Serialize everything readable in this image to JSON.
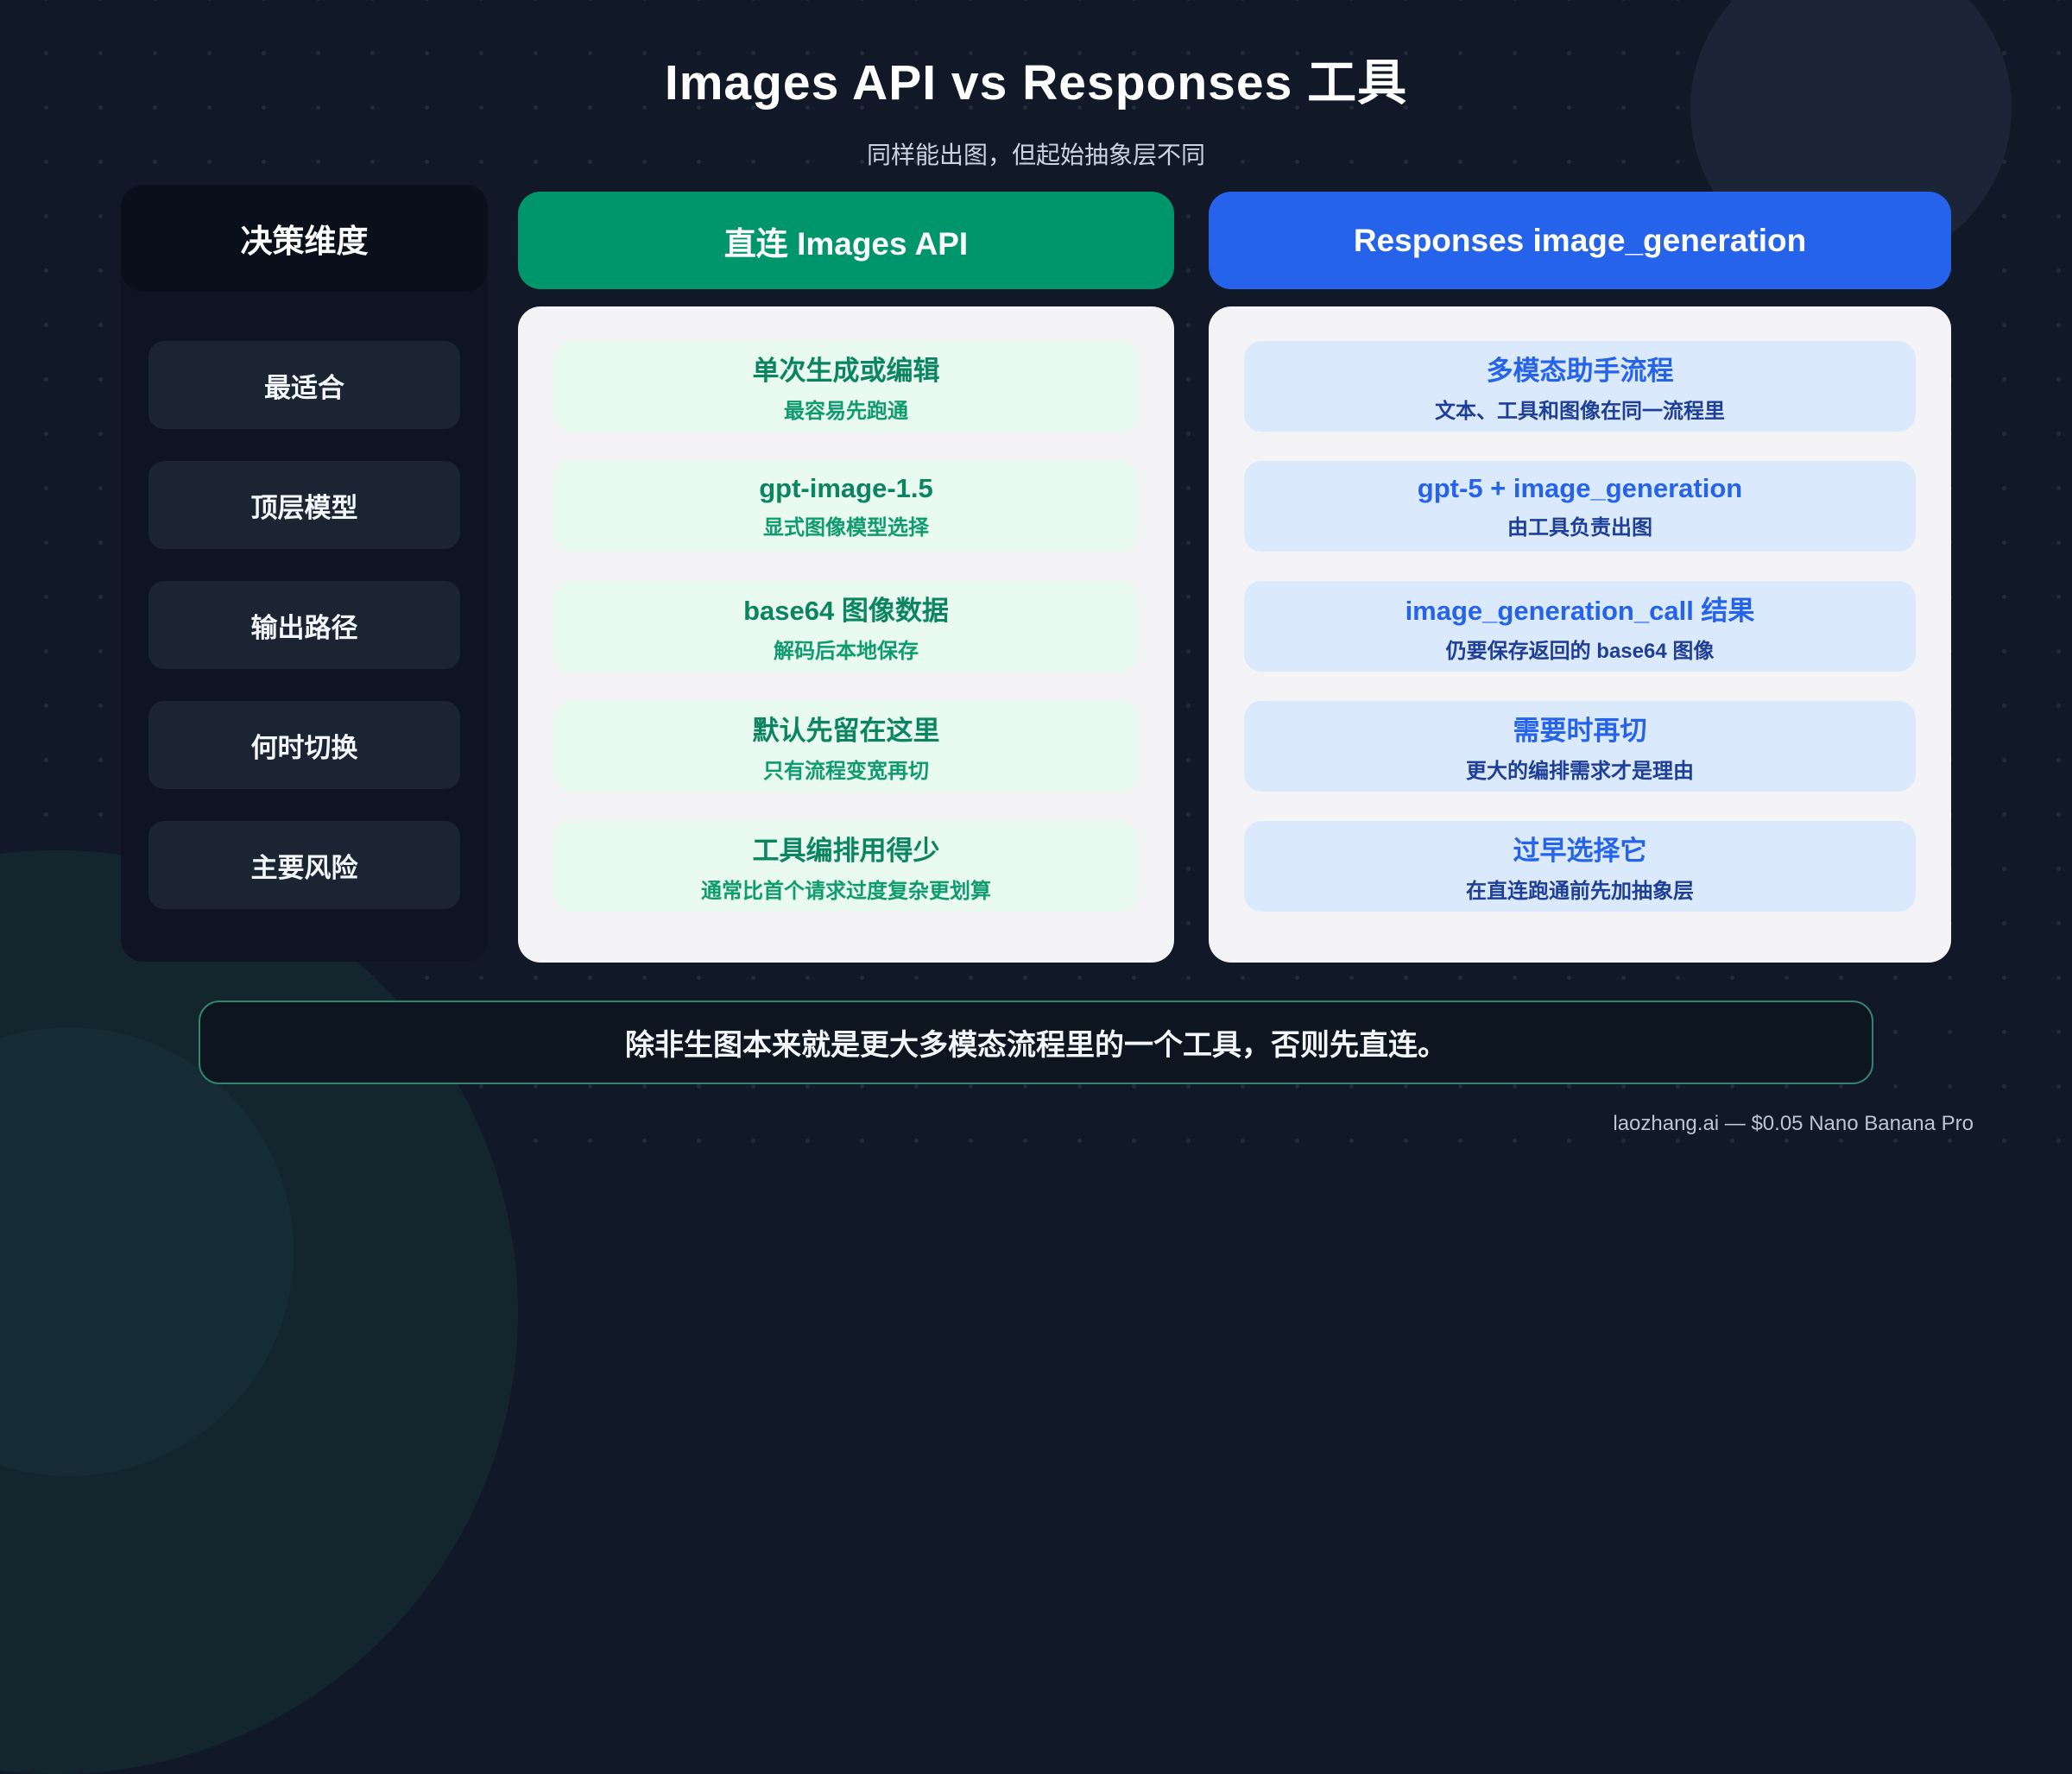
{
  "page": {
    "title": "Images API vs Responses 工具",
    "subtitle": "同样能出图，但起始抽象层不同",
    "banner": "除非生图本来就是更大多模态流程里的一个工具，否则先直连。",
    "footer": "laozhang.ai — $0.05 Nano Banana Pro"
  },
  "colors": {
    "background": "#111827",
    "panel_dark": "#0e1424",
    "row_dark": "#1a2433",
    "accent_green": "#00966b",
    "accent_blue": "#2563eb",
    "body_light": "#f4f4f6",
    "cell_green": "#e9faf1",
    "cell_blue": "#dbe9fd",
    "banner_border": "#35836f"
  },
  "dimensions": {
    "header": "决策维度",
    "rows": [
      "最适合",
      "顶层模型",
      "输出路径",
      "何时切换",
      "主要风险"
    ]
  },
  "images_api": {
    "header": "直连 Images API",
    "cells": [
      {
        "title": "单次生成或编辑",
        "subtitle": "最容易先跑通"
      },
      {
        "title": "gpt-image-1.5",
        "subtitle": "显式图像模型选择"
      },
      {
        "title": "base64 图像数据",
        "subtitle": "解码后本地保存"
      },
      {
        "title": "默认先留在这里",
        "subtitle": "只有流程变宽再切"
      },
      {
        "title": "工具编排用得少",
        "subtitle": "通常比首个请求过度复杂更划算"
      }
    ]
  },
  "responses_tool": {
    "header": "Responses image_generation",
    "cells": [
      {
        "title": "多模态助手流程",
        "subtitle": "文本、工具和图像在同一流程里"
      },
      {
        "title": "gpt-5 + image_generation",
        "subtitle": "由工具负责出图"
      },
      {
        "title": "image_generation_call 结果",
        "subtitle": "仍要保存返回的 base64 图像"
      },
      {
        "title": "需要时再切",
        "subtitle": "更大的编排需求才是理由"
      },
      {
        "title": "过早选择它",
        "subtitle": "在直连跑通前先加抽象层"
      }
    ]
  }
}
